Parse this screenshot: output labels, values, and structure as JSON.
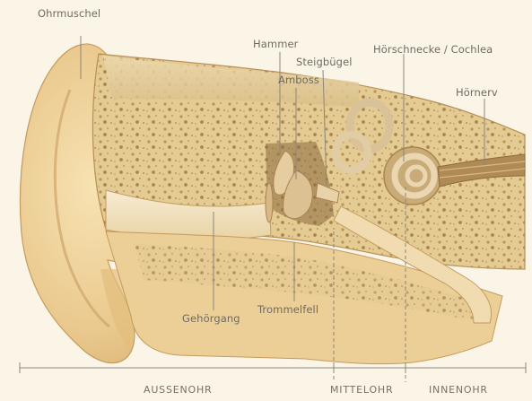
{
  "labels": {
    "ohrmuschel": "Ohrmuschel",
    "hammer": "Hammer",
    "steigbuegel": "Steigbügel",
    "amboss": "Amboss",
    "hoerschnecke": "Hörschnecke / Cochlea",
    "hoernerv": "Hörnerv",
    "gehoergang": "Gehörgang",
    "trommelfell": "Trommelfell"
  },
  "regions": {
    "aussenohr": "AUSSENOHR",
    "mittelohr": "MITTELOHR",
    "innenohr": "INNENOHR"
  }
}
